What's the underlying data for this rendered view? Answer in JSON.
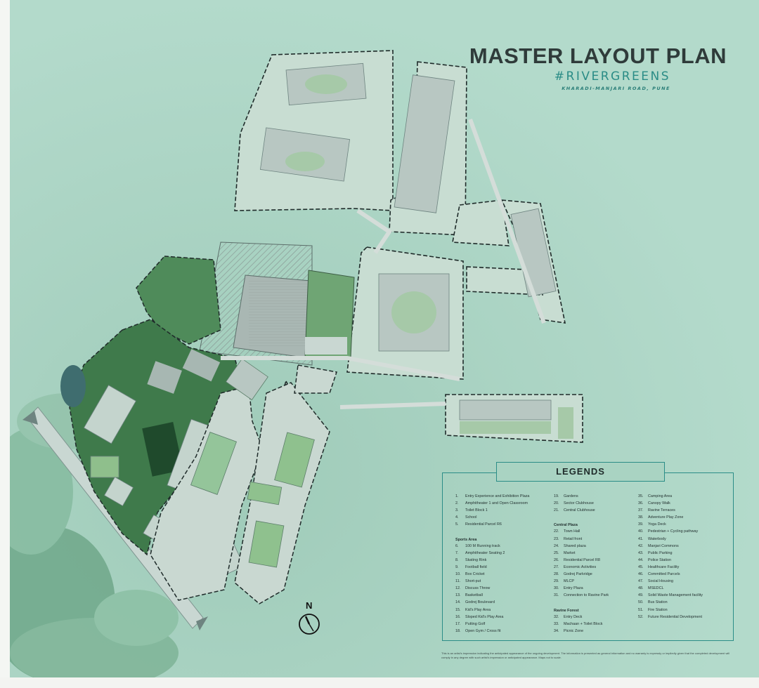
{
  "title": {
    "main": "MASTER LAYOUT PLAN",
    "hashtag": "#RIVERGREENS",
    "location": "KHARADI-MANJARI ROAD, PUNE"
  },
  "compass": {
    "label": "N"
  },
  "legends": {
    "title": "LEGENDS",
    "col1": [
      {
        "n": "1.",
        "t": "Entry Experience and Exhibition Plaza"
      },
      {
        "n": "2.",
        "t": "Amphitheater 1 and Open Classroom"
      },
      {
        "n": "3.",
        "t": "Toilet Block 1"
      },
      {
        "n": "4.",
        "t": "School"
      },
      {
        "n": "5.",
        "t": "Residential Parcel R6"
      }
    ],
    "col1_head": "Sports Area",
    "col1b": [
      {
        "n": "6.",
        "t": "100 M Running track"
      },
      {
        "n": "7.",
        "t": "Amphitheater Seating 2"
      },
      {
        "n": "8.",
        "t": "Skating Rink"
      },
      {
        "n": "9.",
        "t": "Football field"
      },
      {
        "n": "10.",
        "t": "Box Cricket"
      },
      {
        "n": "11.",
        "t": "Short-put"
      },
      {
        "n": "12.",
        "t": "Discuss Throw"
      },
      {
        "n": "13.",
        "t": "Basketball"
      },
      {
        "n": "14.",
        "t": "Godrej Boulevard"
      },
      {
        "n": "15.",
        "t": "Kid's Play Area"
      },
      {
        "n": "16.",
        "t": "Sloped Kid's Play Area"
      },
      {
        "n": "17.",
        "t": "Putting Golf"
      },
      {
        "n": "18.",
        "t": "Open Gym / Cross fit"
      }
    ],
    "col2": [
      {
        "n": "19.",
        "t": "Gardens"
      },
      {
        "n": "20.",
        "t": "Sector Clubhouse"
      },
      {
        "n": "21.",
        "t": "Central Clubhouse"
      }
    ],
    "col2_head": "Central Plaza",
    "col2b": [
      {
        "n": "22.",
        "t": "Town Hall"
      },
      {
        "n": "23.",
        "t": "Retail front"
      },
      {
        "n": "24.",
        "t": "Shared plaza"
      },
      {
        "n": "25.",
        "t": "Market"
      },
      {
        "n": "26.",
        "t": "Residential Parcel R8"
      },
      {
        "n": "27.",
        "t": "Economic Activities"
      },
      {
        "n": "28.",
        "t": "Godrej Parkridge"
      },
      {
        "n": "29.",
        "t": "MLCP"
      },
      {
        "n": "30.",
        "t": "Entry Plaza"
      },
      {
        "n": "31.",
        "t": "Connection to Ravine Park"
      }
    ],
    "col2_head2": "Ravine Forest",
    "col2c": [
      {
        "n": "32.",
        "t": "Entry Deck"
      },
      {
        "n": "33.",
        "t": "Machaan + Toilet Block"
      },
      {
        "n": "34.",
        "t": "Picnic Zone"
      }
    ],
    "col3": [
      {
        "n": "35.",
        "t": "Camping Area"
      },
      {
        "n": "36.",
        "t": "Canopy Walk"
      },
      {
        "n": "37.",
        "t": "Ravine Terraces"
      },
      {
        "n": "38.",
        "t": "Adventure Play Zone"
      },
      {
        "n": "39.",
        "t": "Yoga Deck"
      },
      {
        "n": "40.",
        "t": "Pedestrian + Cycling pathway"
      },
      {
        "n": "41.",
        "t": "Waterbody"
      },
      {
        "n": "42.",
        "t": "Manjari Commons"
      },
      {
        "n": "43.",
        "t": "Public Parking"
      },
      {
        "n": "44.",
        "t": "Police Station"
      },
      {
        "n": "45.",
        "t": "Healthcare Facility"
      },
      {
        "n": "46.",
        "t": "Committed Parcels"
      },
      {
        "n": "47.",
        "t": "Social Housing"
      },
      {
        "n": "48.",
        "t": "MSEDCL"
      },
      {
        "n": "49.",
        "t": "Solid Waste Management facility"
      },
      {
        "n": "50.",
        "t": "Bus Station"
      },
      {
        "n": "51.",
        "t": "Fire Station"
      },
      {
        "n": "52.",
        "t": "Future Residential Development"
      }
    ]
  },
  "disclaimer": "This is an artist's impression indicating the anticipated appearance of the ongoing development. The information is presented as general information and no warranty is expressly or impliedly given that the completed development will comply in any degree with such artist's impression or anticipated appearance. Maps not to scale.",
  "colors": {
    "background": "#a9d3c2",
    "accent": "#2a8c86",
    "title": "#2f3b3a",
    "parcel_fill": "#cfe3d8",
    "forest": "#3f7a4b"
  }
}
